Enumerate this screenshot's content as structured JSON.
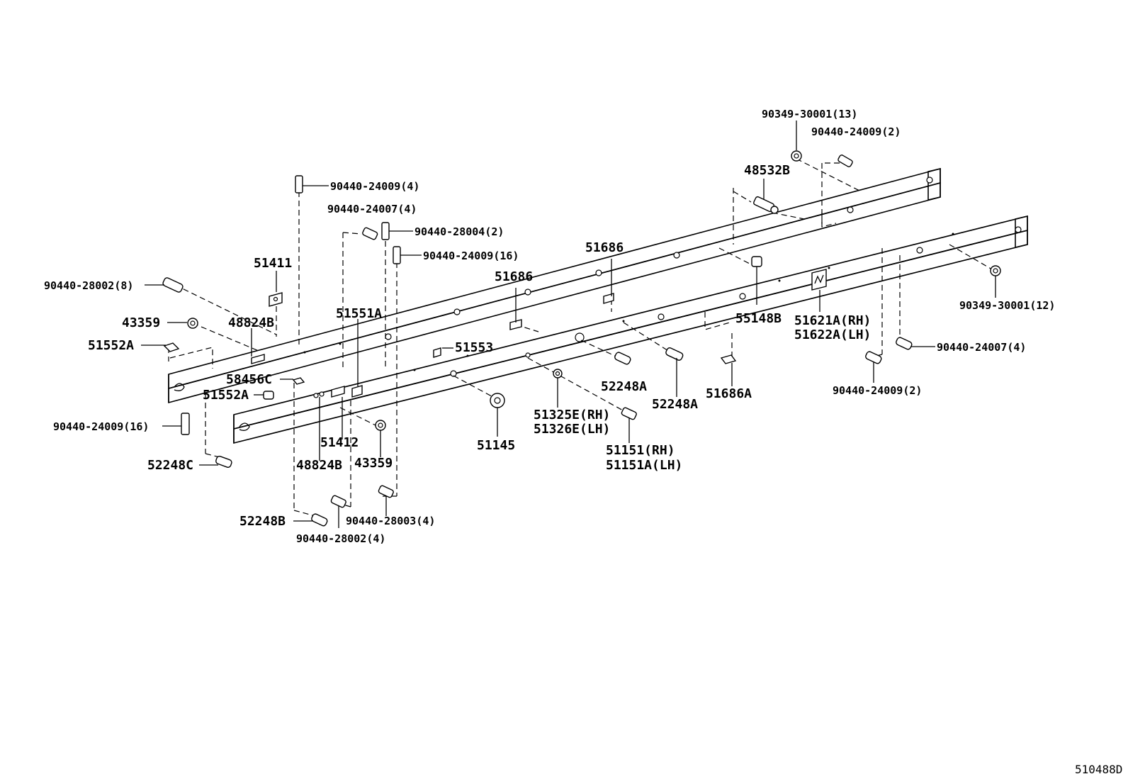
{
  "labels": {
    "p01": "90349-30001(13)",
    "p02": "90440-24009(2)",
    "p03": "48532B",
    "p04": "90440-24009(4)",
    "p05": "90440-24007(4)",
    "p06": "90440-28004(2)",
    "p07": "90440-24009(16)",
    "p08": "51686",
    "p09": "51686",
    "p10": "51411",
    "p11": "90440-28002(8)",
    "p12": "43359",
    "p13": "48824B",
    "p14": "51551A",
    "p15": "51553",
    "p16": "51552A",
    "p17": "58456C",
    "p18": "51552A",
    "p19": "90440-24009(16)",
    "p20": "52248C",
    "p21": "51412",
    "p22": "48824B",
    "p23": "43359",
    "p24": "51145",
    "p25": "52248B",
    "p26": "90440-28002(4)",
    "p27": "90440-28003(4)",
    "p28": "51325E(RH)",
    "p29": "51326E(LH)",
    "p30": "52248A",
    "p31": "52248A",
    "p32": "51151(RH)",
    "p33": "51151A(LH)",
    "p34": "51686A",
    "p35": "55148B",
    "p36": "51621A(RH)",
    "p37": "51622A(LH)",
    "p38": "90349-30001(12)",
    "p39": "90440-24007(4)",
    "p40": "90440-24009(2)",
    "ref": "510488D"
  }
}
